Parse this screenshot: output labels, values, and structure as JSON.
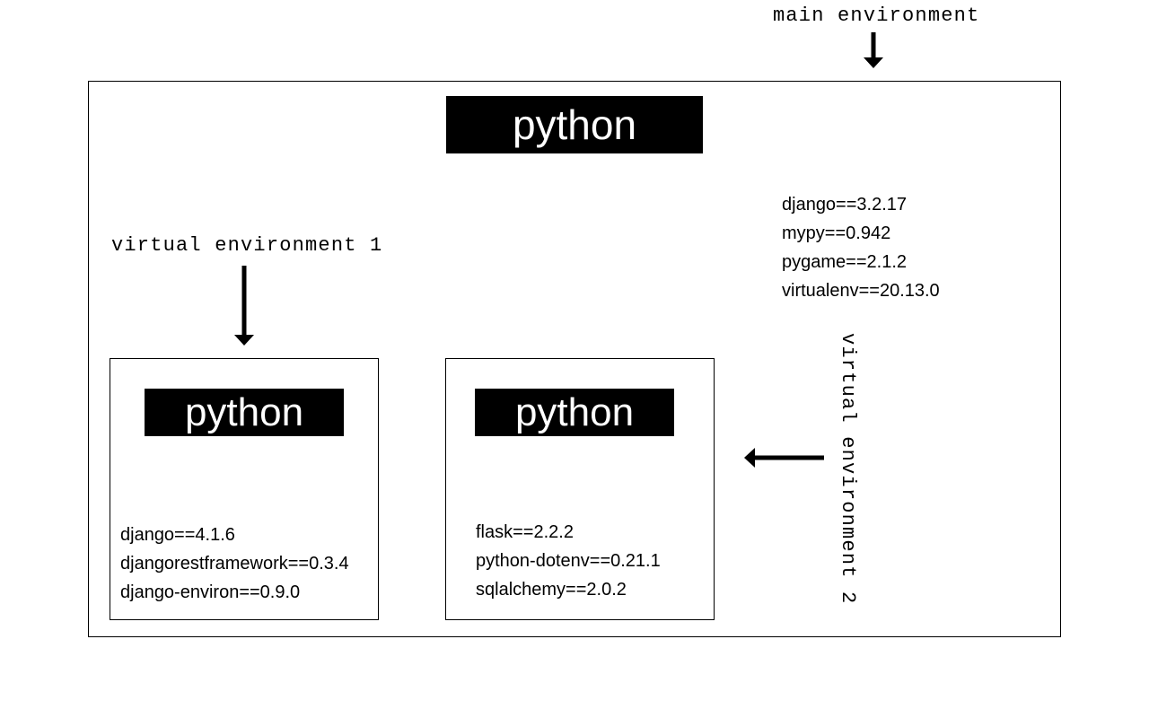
{
  "labels": {
    "main_environment": "main environment",
    "virtual_environment_1": "virtual environment 1",
    "virtual_environment_2": "virtual environment 2"
  },
  "main_environment": {
    "interpreter": "python",
    "packages": [
      "django==3.2.17",
      "mypy==0.942",
      "pygame==2.1.2",
      "virtualenv==20.13.0"
    ]
  },
  "virtual_environment_1": {
    "interpreter": "python",
    "packages": [
      "django==4.1.6",
      "djangorestframework==0.3.4",
      "django-environ==0.9.0"
    ]
  },
  "virtual_environment_2": {
    "interpreter": "python",
    "packages": [
      "flask==2.2.2",
      "python-dotenv==0.21.1",
      "sqlalchemy==2.0.2"
    ]
  },
  "colors": {
    "background": "#ffffff",
    "ink": "#000000"
  },
  "icons": [
    "arrow-down-icon",
    "arrow-left-icon"
  ]
}
